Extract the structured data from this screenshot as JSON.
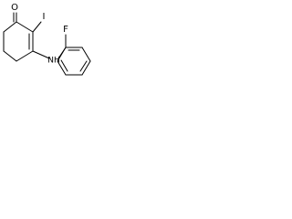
{
  "molecule": {
    "atoms": {
      "oxygen": "O",
      "iodine": "I",
      "amine": "NH",
      "fluorine": "F"
    },
    "colors": {
      "bond": "#000000",
      "label": "#000000",
      "background": "#ffffff"
    }
  }
}
